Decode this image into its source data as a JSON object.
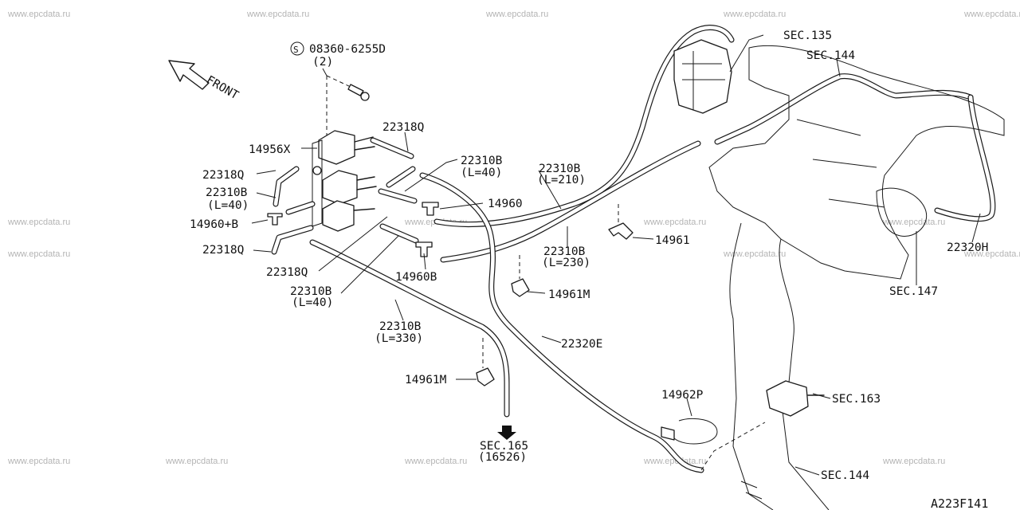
{
  "watermarks": [
    "www.epcdata.ru"
  ],
  "front_label": "FRONT",
  "bolt": {
    "symbol": "S",
    "part": "08360-6255D",
    "qty": "(2)"
  },
  "labels": {
    "sec135": "SEC.135",
    "sec144_top": "SEC.144",
    "p14956x": "14956X",
    "p22318q_top": "22318Q",
    "p22318q_left": "22318Q",
    "p22318q_left2": "22318Q",
    "p22318q_mid": "22318Q",
    "p22310b_left": "22310B",
    "p22310b_left_len": "(L=40)",
    "p22310b_40": "22310B",
    "p22310b_40_len": "(L=40)",
    "p22310b_210": "22310B",
    "p22310b_210_len": "(L=210)",
    "p22310b_230": "22310B",
    "p22310b_230_len": "(L=230)",
    "p22310b_40b": "22310B",
    "p22310b_40b_len": "(L=40)",
    "p22310b_330": "22310B",
    "p22310b_330_len": "(L=330)",
    "p14960b_left": "14960+B",
    "p14960": "14960",
    "p14960b": "14960B",
    "p14961": "14961",
    "p14961m_mid": "14961M",
    "p14961m_low": "14961M",
    "p22320e": "22320E",
    "p22320h": "22320H",
    "sec147": "SEC.147",
    "p14962p": "14962P",
    "sec163": "SEC.163",
    "sec144_bottom": "SEC.144",
    "sec165": "SEC.165",
    "sec165_ref": "(16526)",
    "diagram_id": "A223F141"
  }
}
